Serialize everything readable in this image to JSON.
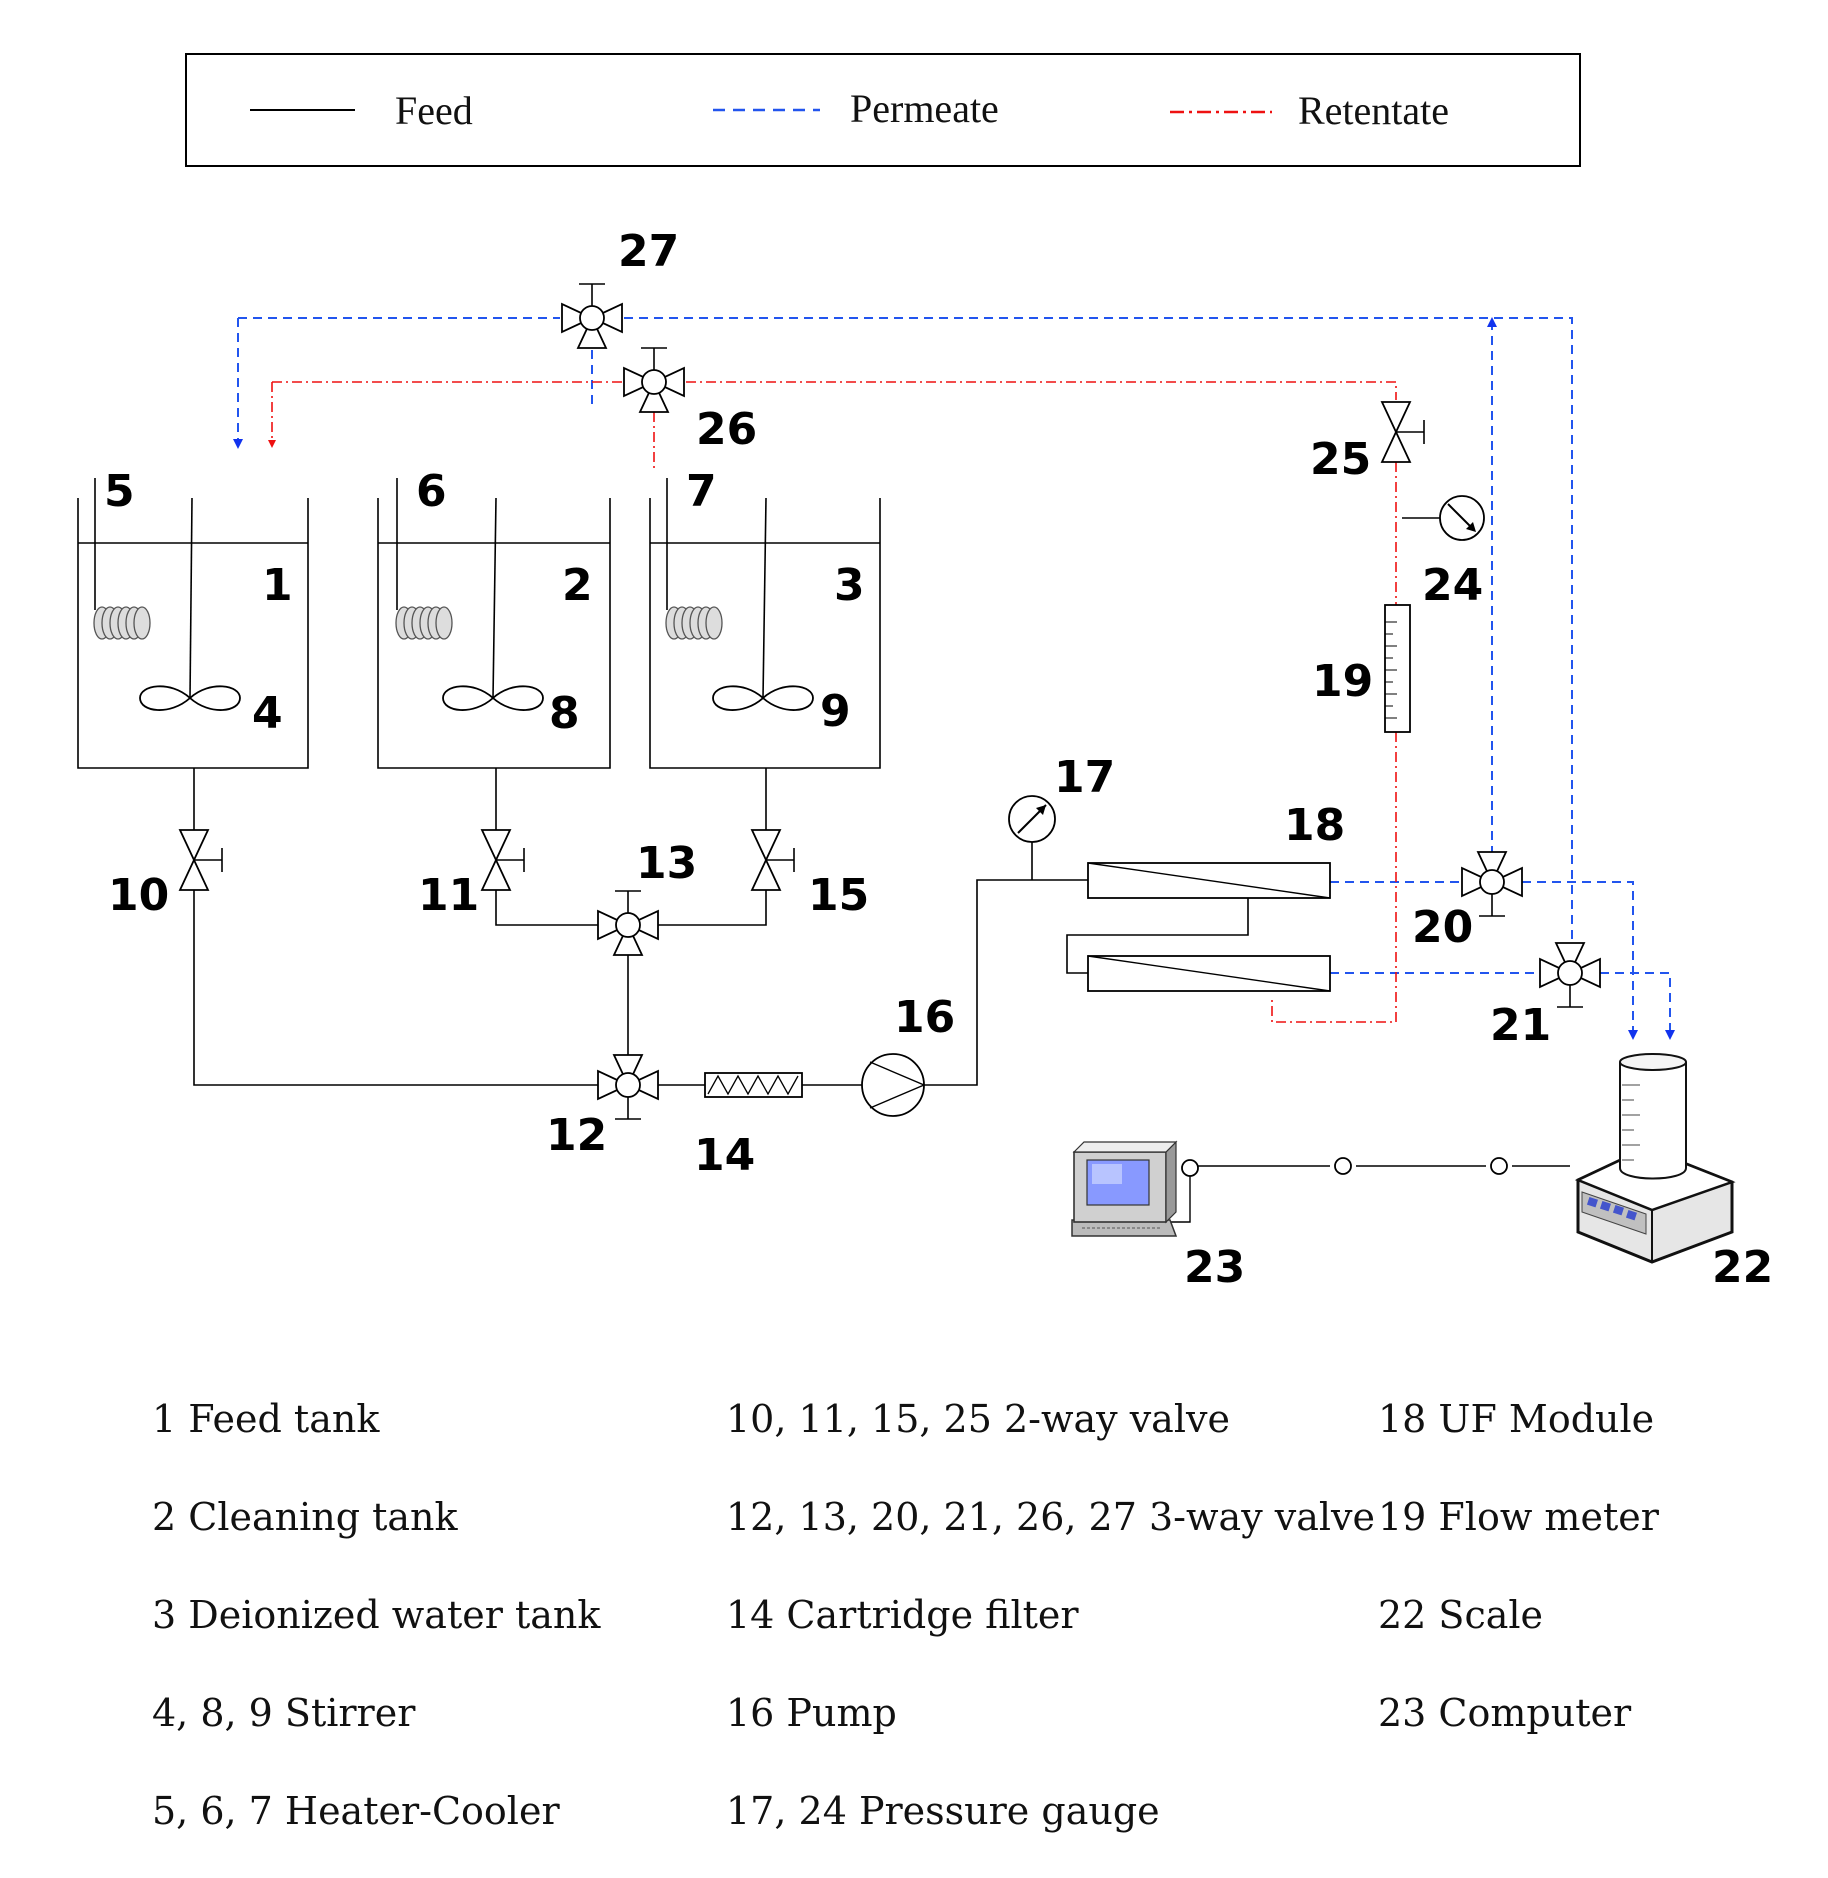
{
  "legend": {
    "feed": "Feed",
    "permeate": "Permeate",
    "retentate": "Retentate",
    "colors": {
      "feed": "#000000",
      "permeate": "#2255ee",
      "retentate": "#ee1111"
    }
  },
  "numbers": {
    "n1": "1",
    "n2": "2",
    "n3": "3",
    "n4": "4",
    "n5": "5",
    "n6": "6",
    "n7": "7",
    "n8": "8",
    "n9": "9",
    "n10": "10",
    "n11": "11",
    "n12": "12",
    "n13": "13",
    "n14": "14",
    "n15": "15",
    "n16": "16",
    "n17": "17",
    "n18": "18",
    "n19": "19",
    "n20": "20",
    "n21": "21",
    "n22": "22",
    "n23": "23",
    "n24": "24",
    "n25": "25",
    "n26": "26",
    "n27": "27"
  },
  "key": {
    "col1": [
      "1 Feed tank",
      "2 Cleaning tank",
      "3 Deionized water tank",
      "4, 8, 9 Stirrer",
      "5, 6, 7 Heater-Cooler"
    ],
    "col2": [
      "10, 11, 15, 25 2-way valve",
      "12, 13, 20, 21, 26, 27  3-way valve",
      "14 Cartridge filter",
      "16 Pump",
      "17, 24 Pressure gauge"
    ],
    "col3": [
      "18 UF Module",
      "19 Flow meter",
      "22 Scale",
      "23 Computer"
    ]
  }
}
